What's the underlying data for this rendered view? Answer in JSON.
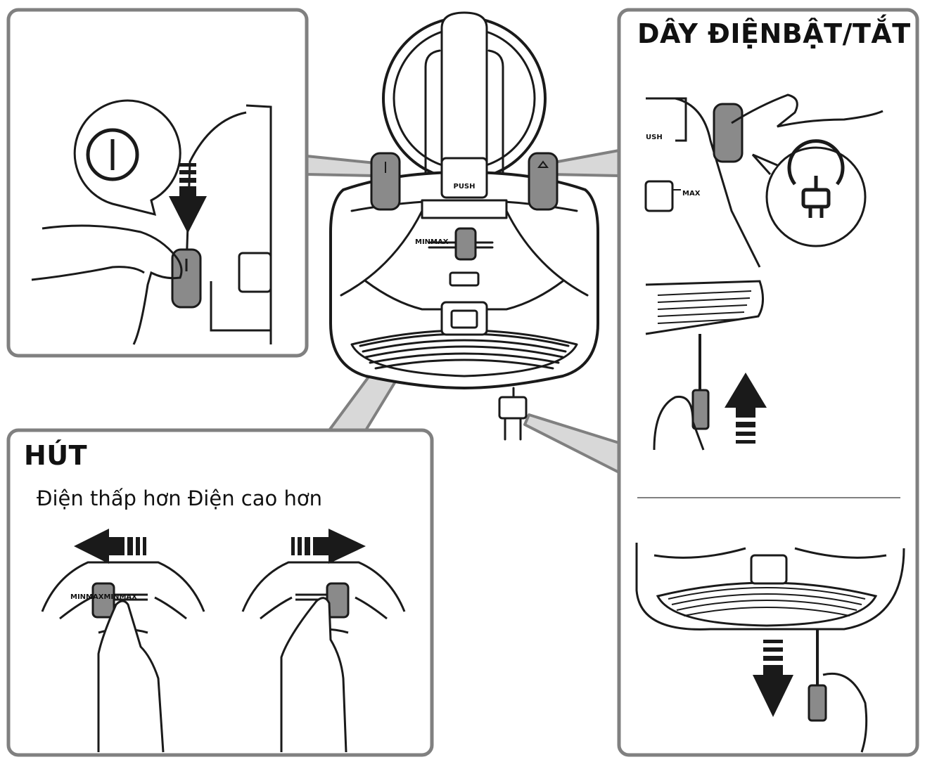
{
  "panels": {
    "power": {
      "symbol": "power-symbol"
    },
    "cord": {
      "title": "DÂY ĐIỆNBẬT/TẮT",
      "symbol": "plug-symbol",
      "max_label": "MAX",
      "push_label": "USH"
    },
    "suction": {
      "title": "HÚT",
      "subtitle": "Điện thấp hơn Điện cao hơn",
      "slider_label": "MINMAXMINMAX"
    }
  },
  "device": {
    "push_label": "PUSH",
    "slider_label": "MINMAX"
  },
  "colors": {
    "line": "#1a1a1a",
    "panel_border": "#808080",
    "button_fill": "#8a8a8a",
    "button_dark": "#5a5a5a"
  }
}
